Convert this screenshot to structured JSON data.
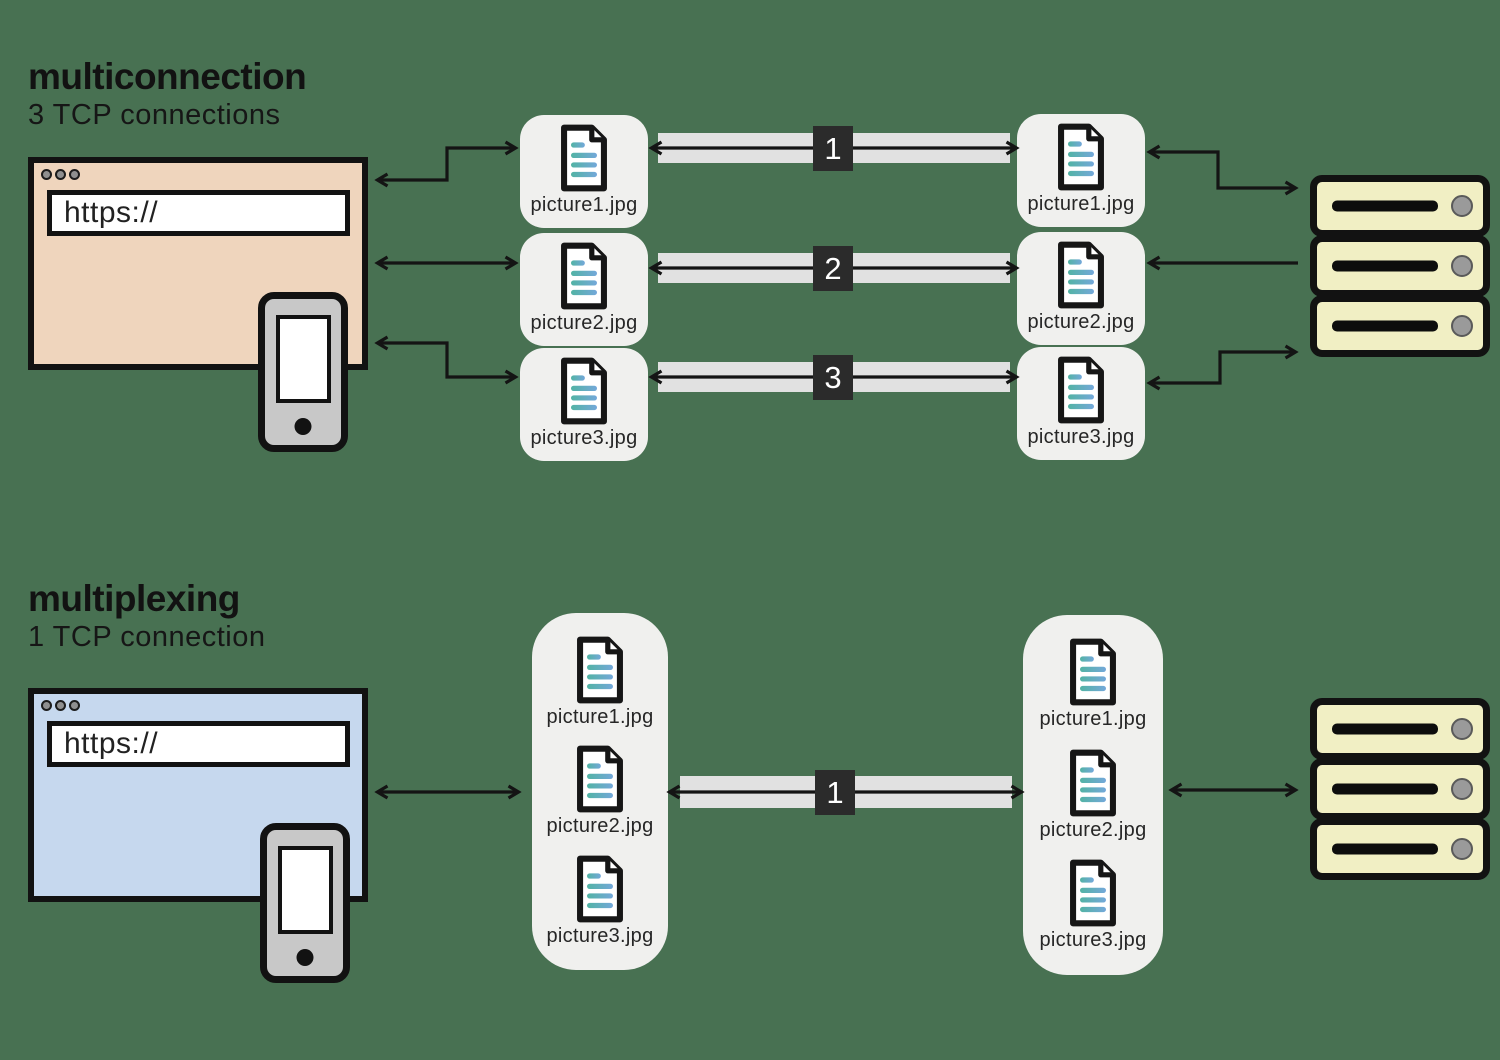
{
  "colors": {
    "page_background": "#487152",
    "browser_multiconnection": "#efd5bd",
    "browser_multiplexing": "#c6d8ee",
    "server_body": "#f1efc4",
    "pipe_bar": "#e1e1e1",
    "pipe_label_bg": "#2b2b2b",
    "file_card_bg": "#f0f0ee",
    "doc_line_gradient_start": "#52b3a4",
    "doc_line_gradient_end": "#74a8da"
  },
  "sections": {
    "multiconnection": {
      "title": "multiconnection",
      "subtitle": "3 TCP connections",
      "browser": {
        "url": "https://"
      },
      "client_files": [
        "picture1.jpg",
        "picture2.jpg",
        "picture3.jpg"
      ],
      "server_files": [
        "picture1.jpg",
        "picture2.jpg",
        "picture3.jpg"
      ],
      "connections": [
        {
          "label": "1"
        },
        {
          "label": "2"
        },
        {
          "label": "3"
        }
      ]
    },
    "multiplexing": {
      "title": "multiplexing",
      "subtitle": "1 TCP connection",
      "browser": {
        "url": "https://"
      },
      "client_files": [
        "picture1.jpg",
        "picture2.jpg",
        "picture3.jpg"
      ],
      "server_files": [
        "picture1.jpg",
        "picture2.jpg",
        "picture3.jpg"
      ],
      "connections": [
        {
          "label": "1"
        }
      ]
    }
  }
}
